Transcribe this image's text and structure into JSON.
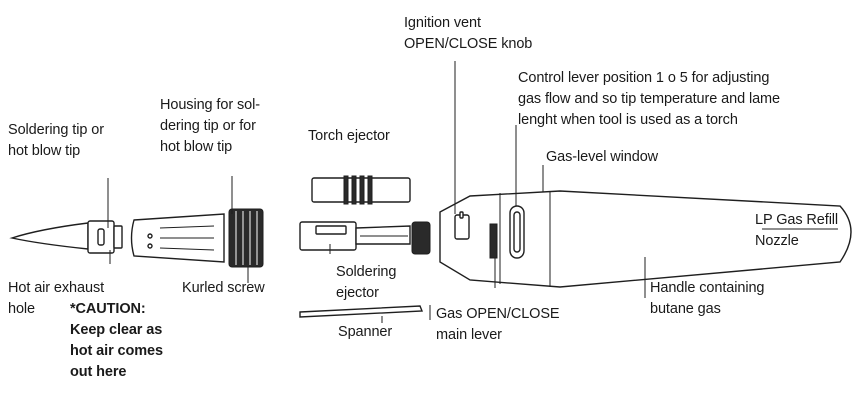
{
  "labels": {
    "soldering_tip": "Soldering tip or\nhot blow tip",
    "housing": "Housing for sol-\ndering tip or for\nhot blow tip",
    "torch_ejector": "Torch ejector",
    "ignition_vent": "Ignition vent\nOPEN/CLOSE knob",
    "control_lever": "Control lever position 1 o 5 for adjusting\ngas flow and so tip temperature and lame\nlenght when tool is used as a torch",
    "gas_level_window": "Gas-level window",
    "refill_nozzle": "LP Gas Refill\nNozzle",
    "exhaust_hole": "Hot air exhaust\nhole ",
    "caution_text": "*CAUTION:\nKeep clear as\nhot air comes\nout here",
    "kurled_screw": "Kurled screw",
    "soldering_ejector": "Soldering\nejector",
    "spanner": "Spanner",
    "gas_main_lever": "Gas OPEN/CLOSE\nmain lever",
    "handle": "Handle containing\nbutane gas"
  },
  "colors": {
    "ink": "#1f1f1f",
    "background": "#ffffff"
  }
}
